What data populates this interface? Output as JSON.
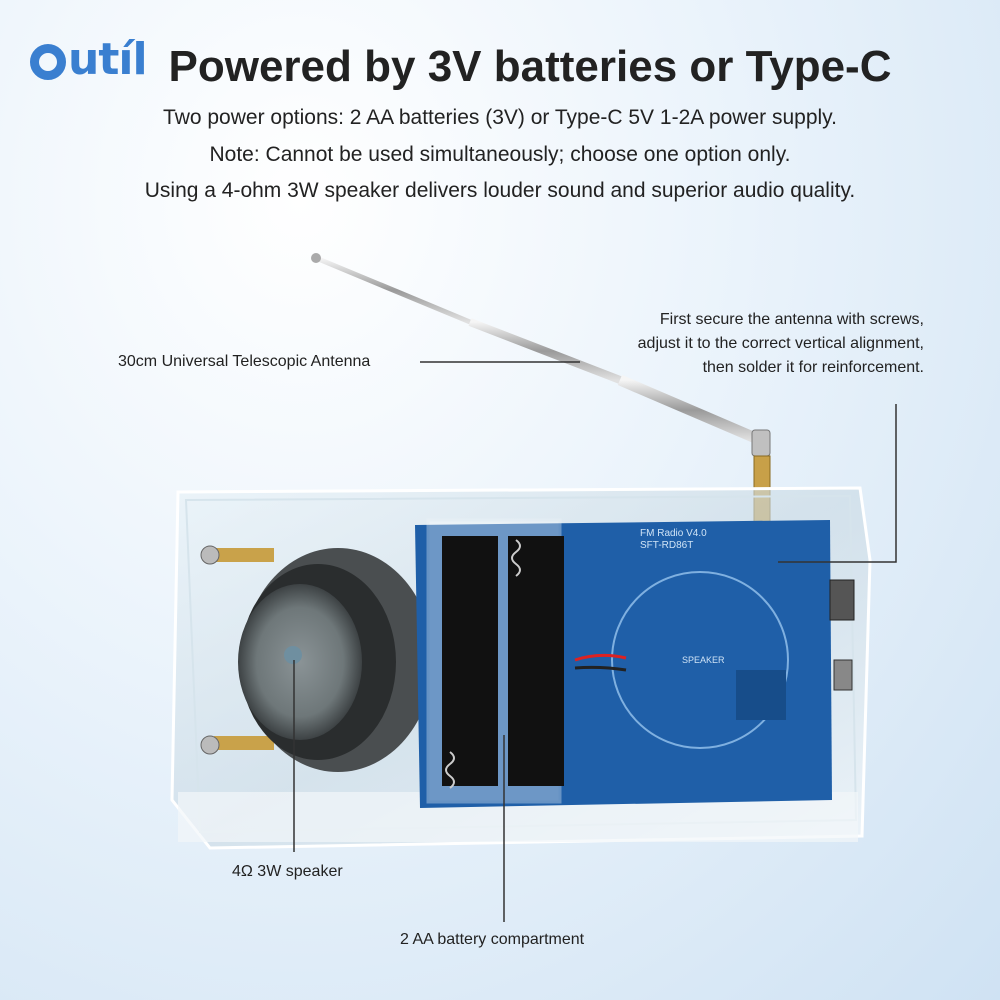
{
  "brand": {
    "logo_text": "utíl",
    "logo_letter": "O"
  },
  "header": {
    "title": "Powered by 3V batteries or Type-C",
    "lines": [
      "Two power options: 2 AA batteries (3V) or Type-C 5V 1-2A power supply.",
      "Note: Cannot be used simultaneously; choose one option only.",
      "Using a 4-ohm 3W speaker delivers louder sound and superior audio quality."
    ]
  },
  "callouts": {
    "antenna": "30cm Universal Telescopic Antenna",
    "antenna_note": [
      "First secure the antenna with screws,",
      "adjust it to the correct vertical alignment,",
      "then solder it for reinforcement."
    ],
    "speaker": "4Ω 3W speaker",
    "battery": "2 AA battery compartment"
  },
  "pcb_labels": {
    "model": "FM Radio V4.0",
    "part": "SFT-RD86T",
    "speaker": "SPEAKER"
  },
  "colors": {
    "logo": "#3a7fd0",
    "pcb": "#1f5fa8",
    "text": "#222222"
  }
}
